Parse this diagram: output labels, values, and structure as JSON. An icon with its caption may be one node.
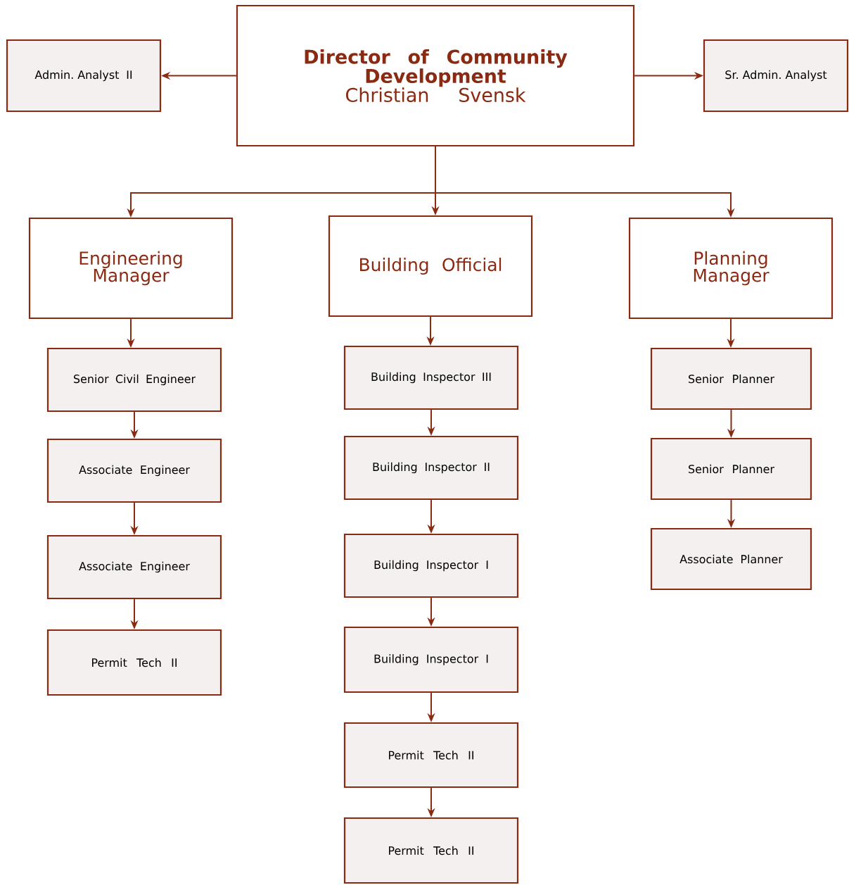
{
  "diagram": {
    "nodes": [
      {
        "text": [
          "Director of Community Development",
          "Christian Svensk"
        ]
      },
      {
        "text": [
          "Admin. Analyst II"
        ]
      },
      {
        "text": [
          "Sr. Admin. Analyst"
        ]
      },
      {
        "text": [
          "Engineering Manager"
        ]
      },
      {
        "text": [
          "Building Official"
        ]
      },
      {
        "text": [
          "Planning Manager"
        ]
      },
      {
        "text": [
          "Senior Civil Engineer"
        ]
      },
      {
        "text": [
          "Associate Engineer"
        ]
      },
      {
        "text": [
          "Associate Engineer"
        ]
      },
      {
        "text": [
          "Permit Tech II"
        ]
      },
      {
        "text": [
          "Building Inspector III"
        ]
      },
      {
        "text": [
          "Building Inspector II"
        ]
      },
      {
        "text": [
          "Building Inspector I"
        ]
      },
      {
        "text": [
          "Building Inspector I"
        ]
      },
      {
        "text": [
          "Permit Tech II"
        ]
      },
      {
        "text": [
          "Permit Tech II"
        ]
      },
      {
        "text": [
          "Senior Planner"
        ]
      },
      {
        "text": [
          "Senior Planner"
        ]
      },
      {
        "text": [
          "Associate Planner"
        ]
      }
    ],
    "edges": [
      {
        "from": 0,
        "to": 1,
        "arrow": "to"
      },
      {
        "from": 0,
        "to": 2,
        "arrow": "to"
      },
      {
        "from": 0,
        "to": 3,
        "arrow": "to"
      },
      {
        "from": 0,
        "to": 4,
        "arrow": "to"
      },
      {
        "from": 0,
        "to": 5,
        "arrow": "to"
      },
      {
        "from": 3,
        "to": 6,
        "arrow": "to"
      },
      {
        "from": 6,
        "to": 7,
        "arrow": "to"
      },
      {
        "from": 7,
        "to": 8,
        "arrow": "to"
      },
      {
        "from": 8,
        "to": 9,
        "arrow": "to"
      },
      {
        "from": 4,
        "to": 10,
        "arrow": "to"
      },
      {
        "from": 10,
        "to": 11,
        "arrow": "to"
      },
      {
        "from": 11,
        "to": 12,
        "arrow": "to"
      },
      {
        "from": 12,
        "to": 13,
        "arrow": "to"
      },
      {
        "from": 13,
        "to": 14,
        "arrow": "to"
      },
      {
        "from": 14,
        "to": 15,
        "arrow": "to"
      },
      {
        "from": 5,
        "to": 16,
        "arrow": "to"
      },
      {
        "from": 16,
        "to": 17,
        "arrow": "to"
      },
      {
        "from": 17,
        "to": 18,
        "arrow": "to"
      }
    ]
  }
}
